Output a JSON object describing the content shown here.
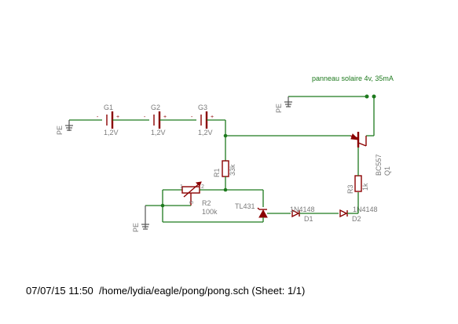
{
  "note": "panneau solaire 4v, 35mA",
  "pe": [
    "PE",
    "PE",
    "PE"
  ],
  "batteries": [
    {
      "name": "G1",
      "value": "1,2V",
      "minus": "-",
      "plus": "+"
    },
    {
      "name": "G2",
      "value": "1,2V",
      "minus": "-",
      "plus": "+"
    },
    {
      "name": "G3",
      "value": "1,2V",
      "minus": "-",
      "plus": "+"
    }
  ],
  "r1": {
    "name": "R1",
    "value": "33k"
  },
  "r2": {
    "name": "R2",
    "value": "100k",
    "pin1": "1",
    "pin2": "2",
    "pin3": "3"
  },
  "r3": {
    "name": "R3",
    "value": "1k"
  },
  "tl431": {
    "name": "TL431"
  },
  "d1": {
    "name": "D1",
    "value": "1N4148"
  },
  "d2": {
    "name": "D2",
    "value": "1N4148"
  },
  "q1": {
    "name": "Q1",
    "value": "BC557"
  },
  "footer": "07/07/15 11:50  /home/lydia/eagle/pong/pong.sch (Sheet: 1/1)"
}
